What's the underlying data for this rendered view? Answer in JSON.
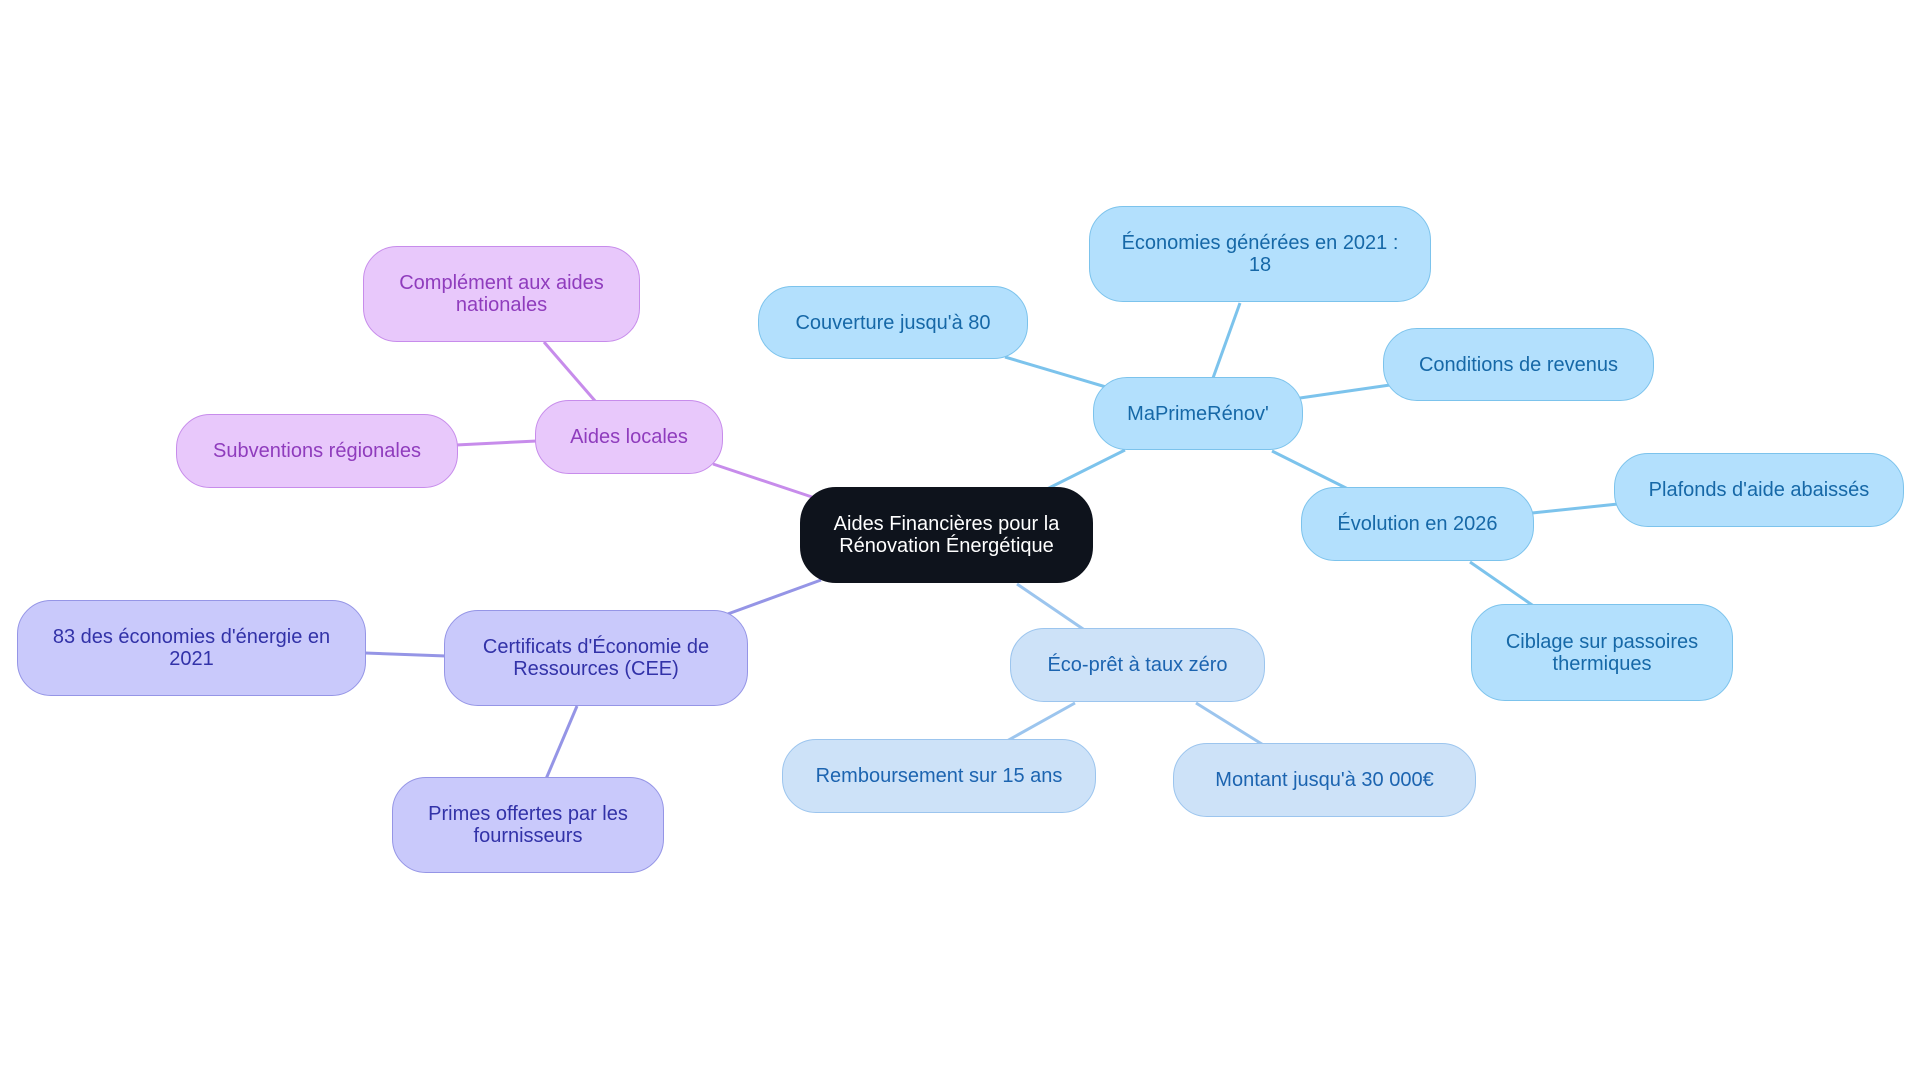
{
  "colors": {
    "root_fill": "#0e131c",
    "maprimerenov_fill": "#b3e0fd",
    "maprimerenov_line": "#7cc3ec",
    "ecopret_fill": "#cde2f8",
    "ecopret_line": "#9cc5ee",
    "aides_locales_fill": "#e8c8fb",
    "aides_locales_line": "#c78ceb",
    "cee_fill": "#c9c9fb",
    "cee_line": "#9595e6"
  },
  "root": {
    "label": "Aides Financières pour la Rénovation Énergétique"
  },
  "maprimerenov": {
    "label": "MaPrimeRénov'",
    "children": {
      "economies": "Économies générées en 2021 : 18",
      "couverture": "Couverture jusqu'à 80",
      "conditions": "Conditions de revenus",
      "evolution": "Évolution en 2026",
      "plafonds": "Plafonds d'aide abaissés",
      "ciblage": "Ciblage sur passoires thermiques"
    }
  },
  "ecopret": {
    "label": "Éco-prêt à taux zéro",
    "children": {
      "remboursement": "Remboursement sur 15 ans",
      "montant": "Montant jusqu'à 30 000€"
    }
  },
  "aides_locales": {
    "label": "Aides locales",
    "children": {
      "complement": "Complément aux aides nationales",
      "subventions": "Subventions régionales"
    }
  },
  "cee": {
    "label": "Certificats d'Économie de Ressources (CEE)",
    "children": {
      "economies_energie": "83 des économies d'énergie en 2021",
      "primes": "Primes offertes par les fournisseurs"
    }
  }
}
